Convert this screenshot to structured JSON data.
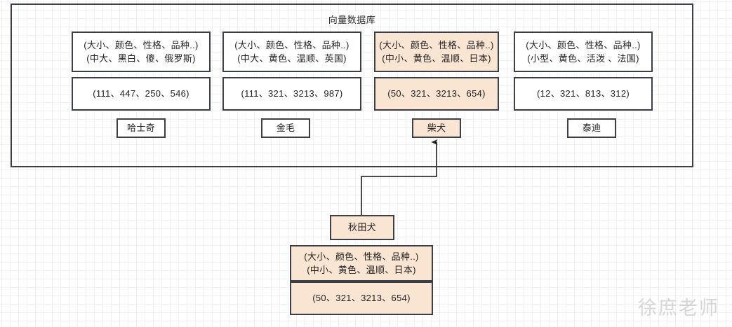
{
  "diagram": {
    "title": "向量数据库",
    "watermark": "徐庶老师"
  },
  "colors": {
    "highlight_fill": "#fae5d3",
    "box_border": "#3a3f48",
    "box_fill": "#ffffff",
    "text": "#1f1f1f",
    "watermark": "#d6d6d6",
    "grid_minor": "#f0f0f0",
    "grid_major": "#e6e6e6"
  },
  "database_entries": [
    {
      "attributes_header": "(大小、颜色、性格、品种..)",
      "attributes_values": "(中大、黑白、傻、俄罗斯)",
      "vector": "(111、447、250、546)",
      "name": "哈士奇",
      "highlighted": false
    },
    {
      "attributes_header": "(大小、颜色、性格、品种..)",
      "attributes_values": "(中大、黄色、温顺、英国)",
      "vector": "(111、321、3213、987)",
      "name": "金毛",
      "highlighted": false
    },
    {
      "attributes_header": "(大小、颜色、性格、品种..)",
      "attributes_values": "(中小、黄色、温顺、日本)",
      "vector": "(50、321、3213、654)",
      "name": "柴犬",
      "highlighted": true
    },
    {
      "attributes_header": "(大小、颜色、性格、品种..)",
      "attributes_values": "(小型、黄色、活泼 、法国)",
      "vector": "(12、321、813、312)",
      "name": "泰迪",
      "highlighted": false
    }
  ],
  "query": {
    "name": "秋田犬",
    "attributes_header": "(大小、颜色、性格、品种..)",
    "attributes_values": "(中小、黄色、温顺、日本)",
    "vector": "(50、321、3213、654)",
    "highlighted": true,
    "connector_target": "柴犬"
  }
}
